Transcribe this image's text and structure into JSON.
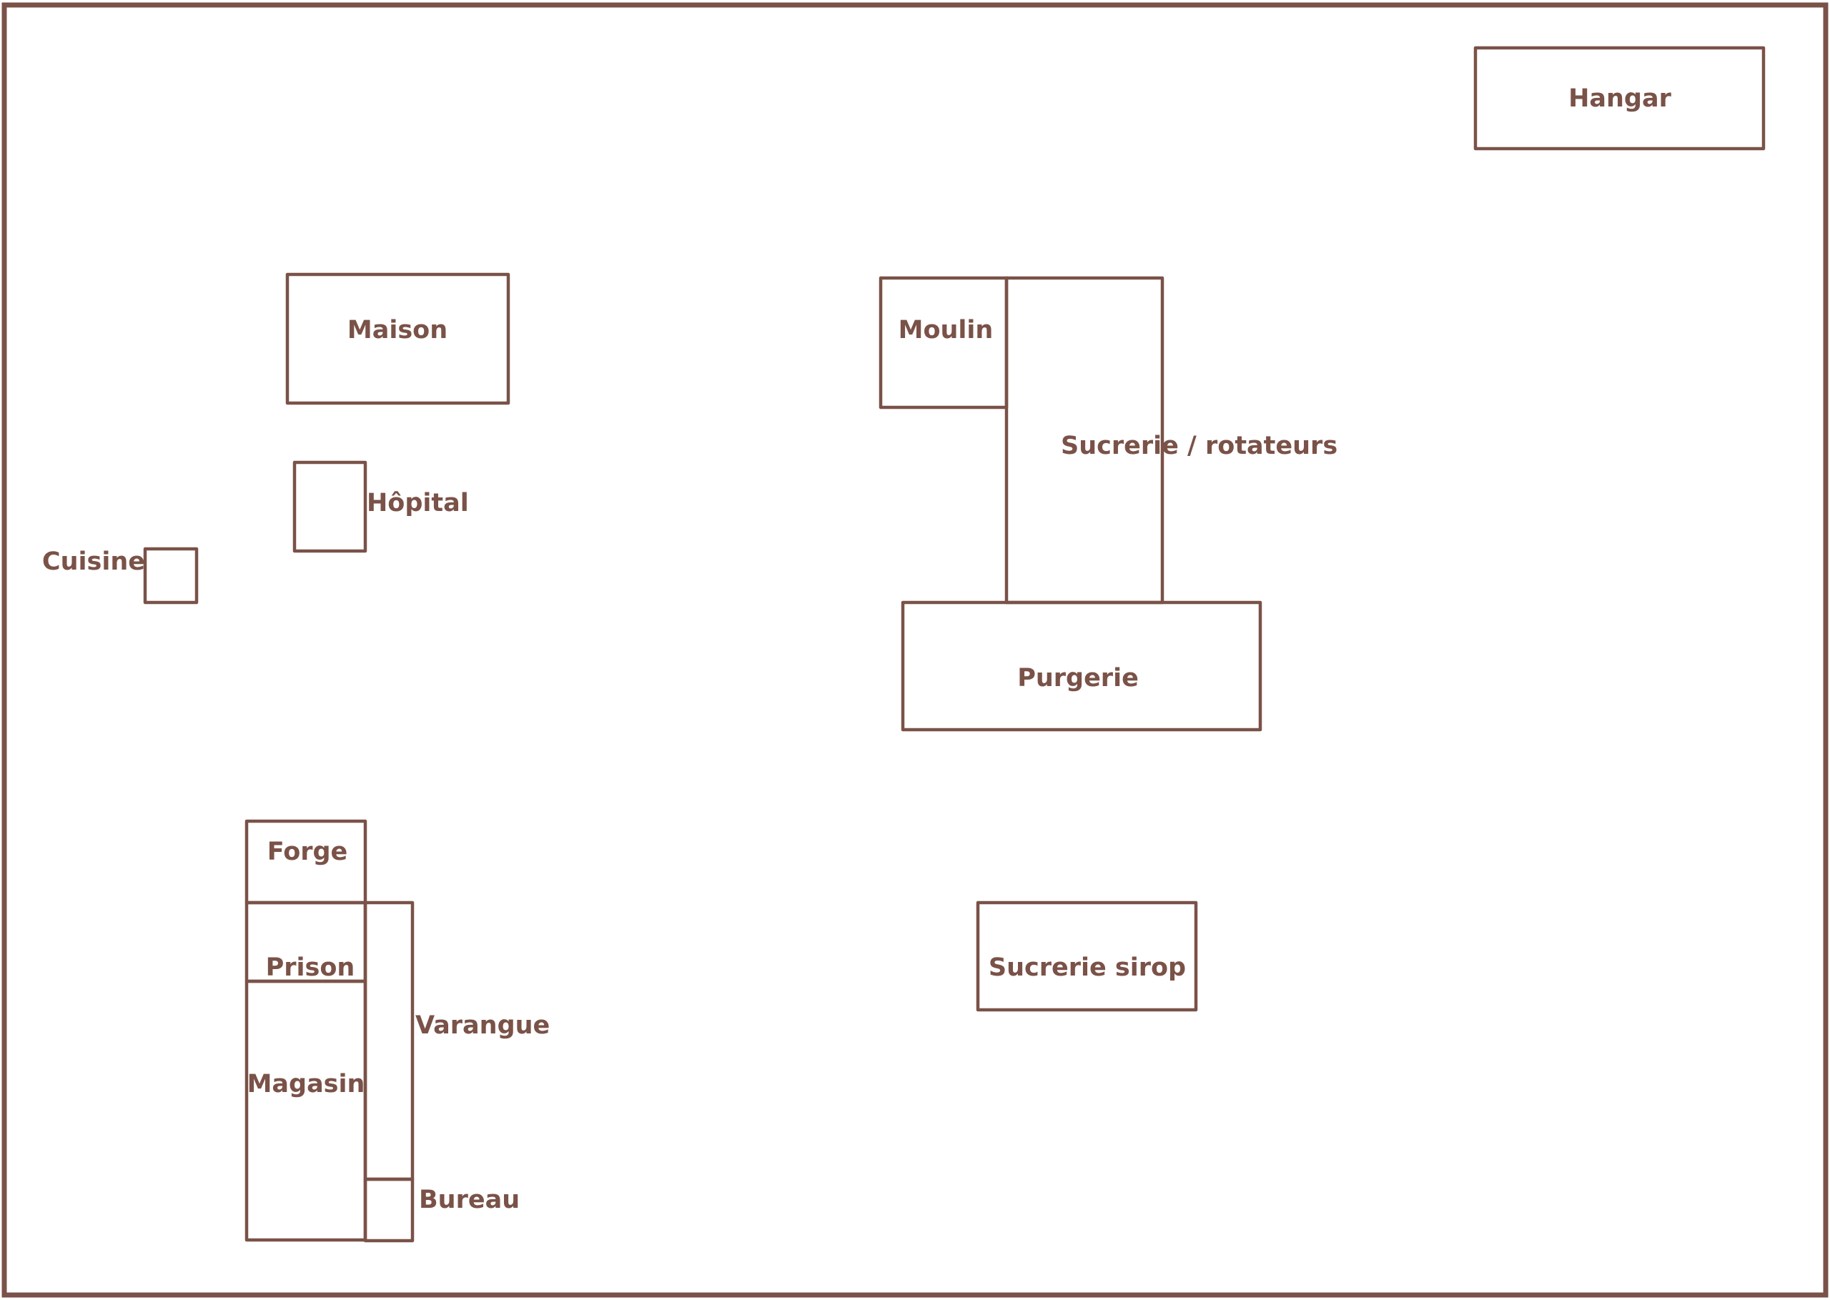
{
  "diagram": {
    "color": "#7a5248",
    "buildings": [
      {
        "id": "hangar",
        "label": "Hangar"
      },
      {
        "id": "maison",
        "label": "Maison"
      },
      {
        "id": "hopital",
        "label": "Hôpital"
      },
      {
        "id": "cuisine",
        "label": "Cuisine"
      },
      {
        "id": "moulin",
        "label": "Moulin"
      },
      {
        "id": "sucrerie-rotateurs",
        "label": "Sucrerie / rotateurs"
      },
      {
        "id": "purgerie",
        "label": "Purgerie"
      },
      {
        "id": "sucrerie-sirop",
        "label": "Sucrerie sirop"
      },
      {
        "id": "forge",
        "label": "Forge"
      },
      {
        "id": "prison",
        "label": "Prison"
      },
      {
        "id": "magasin",
        "label": "Magasin"
      },
      {
        "id": "varangue",
        "label": "Varangue"
      },
      {
        "id": "bureau",
        "label": "Bureau"
      }
    ]
  }
}
